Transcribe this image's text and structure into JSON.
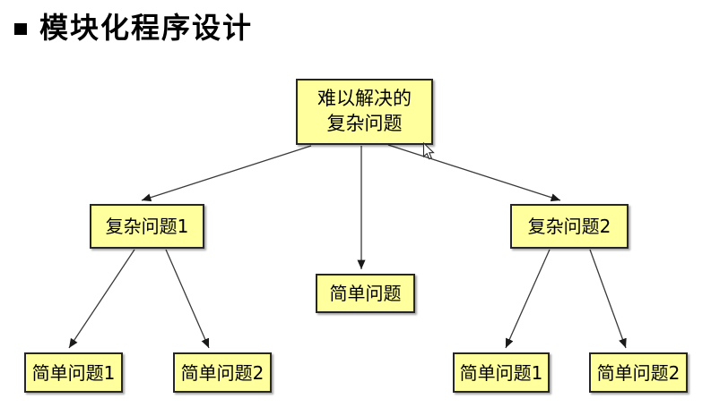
{
  "slide": {
    "title": "模块化程序设计"
  },
  "colors": {
    "background": "#FFFFFF",
    "node_fill": "#FFFF9E",
    "node_border": "#262626",
    "arrow": "#3A3A3A",
    "title_text": "#000000"
  },
  "diagram": {
    "nodes": [
      {
        "id": "root",
        "label": "难以解决的\n复杂问题"
      },
      {
        "id": "complex-1",
        "label": "复杂问题1"
      },
      {
        "id": "complex-2",
        "label": "复杂问题2"
      },
      {
        "id": "simple-mid",
        "label": "简单问题"
      },
      {
        "id": "simple-left-1",
        "label": "简单问题1"
      },
      {
        "id": "simple-left-2",
        "label": "简单问题2"
      },
      {
        "id": "simple-right-1",
        "label": "简单问题1"
      },
      {
        "id": "simple-right-2",
        "label": "简单问题2"
      }
    ],
    "edges": [
      {
        "from": "root",
        "to": "complex-1"
      },
      {
        "from": "root",
        "to": "simple-mid"
      },
      {
        "from": "root",
        "to": "complex-2"
      },
      {
        "from": "complex-1",
        "to": "simple-left-1"
      },
      {
        "from": "complex-1",
        "to": "simple-left-2"
      },
      {
        "from": "complex-2",
        "to": "simple-right-1"
      },
      {
        "from": "complex-2",
        "to": "simple-right-2"
      }
    ]
  },
  "cursor": {
    "type": "arrow-pointer"
  }
}
